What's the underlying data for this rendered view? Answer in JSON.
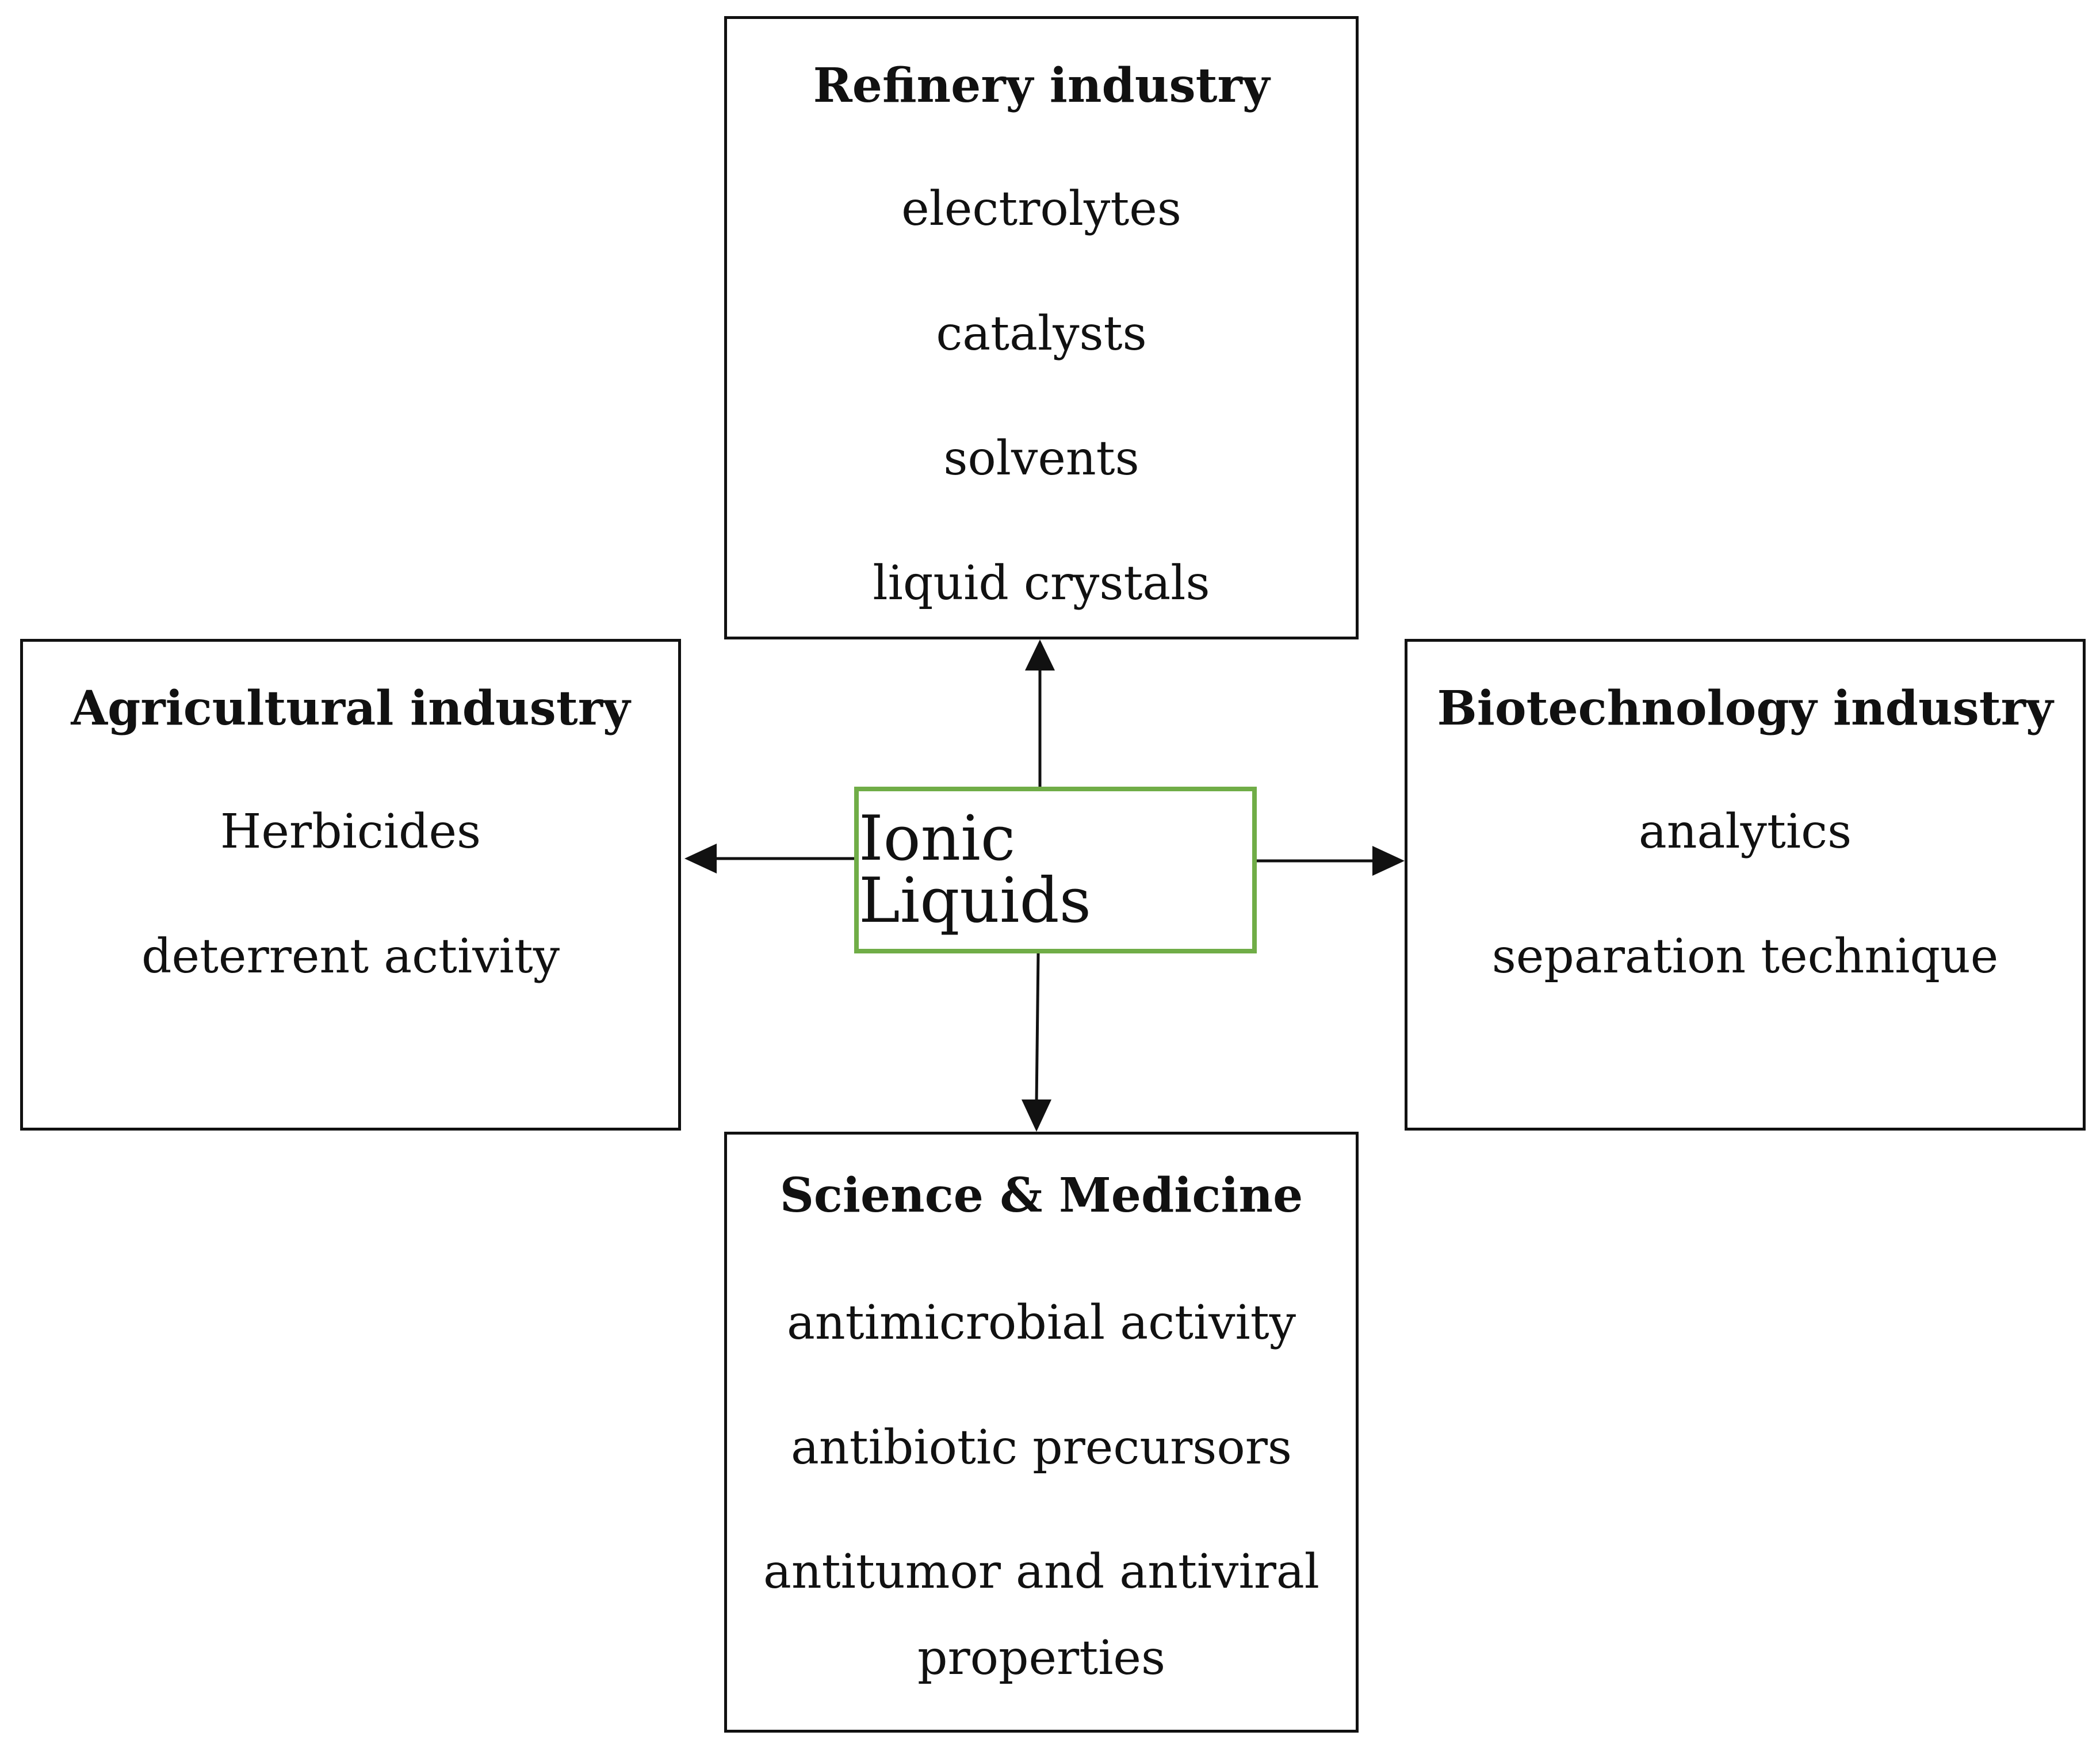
{
  "center": {
    "label": "Ionic Liquids",
    "border_color": "#70ad47"
  },
  "boxes": {
    "refinery": {
      "title": "Refinery industry",
      "items": [
        "electrolytes",
        "catalysts",
        "solvents",
        "liquid crystals"
      ]
    },
    "agricultural": {
      "title": "Agricultural industry",
      "items": [
        "Herbicides",
        "deterrent activity"
      ]
    },
    "biotechnology": {
      "title": "Biotechnology industry",
      "items": [
        "analytics",
        "separation technique"
      ]
    },
    "science": {
      "title": "Science & Medicine",
      "items": [
        "antimicrobial activity",
        "antibiotic precursors",
        "antitumor and antiviral properties"
      ]
    }
  },
  "colors": {
    "line": "#111111",
    "text": "#111111"
  }
}
